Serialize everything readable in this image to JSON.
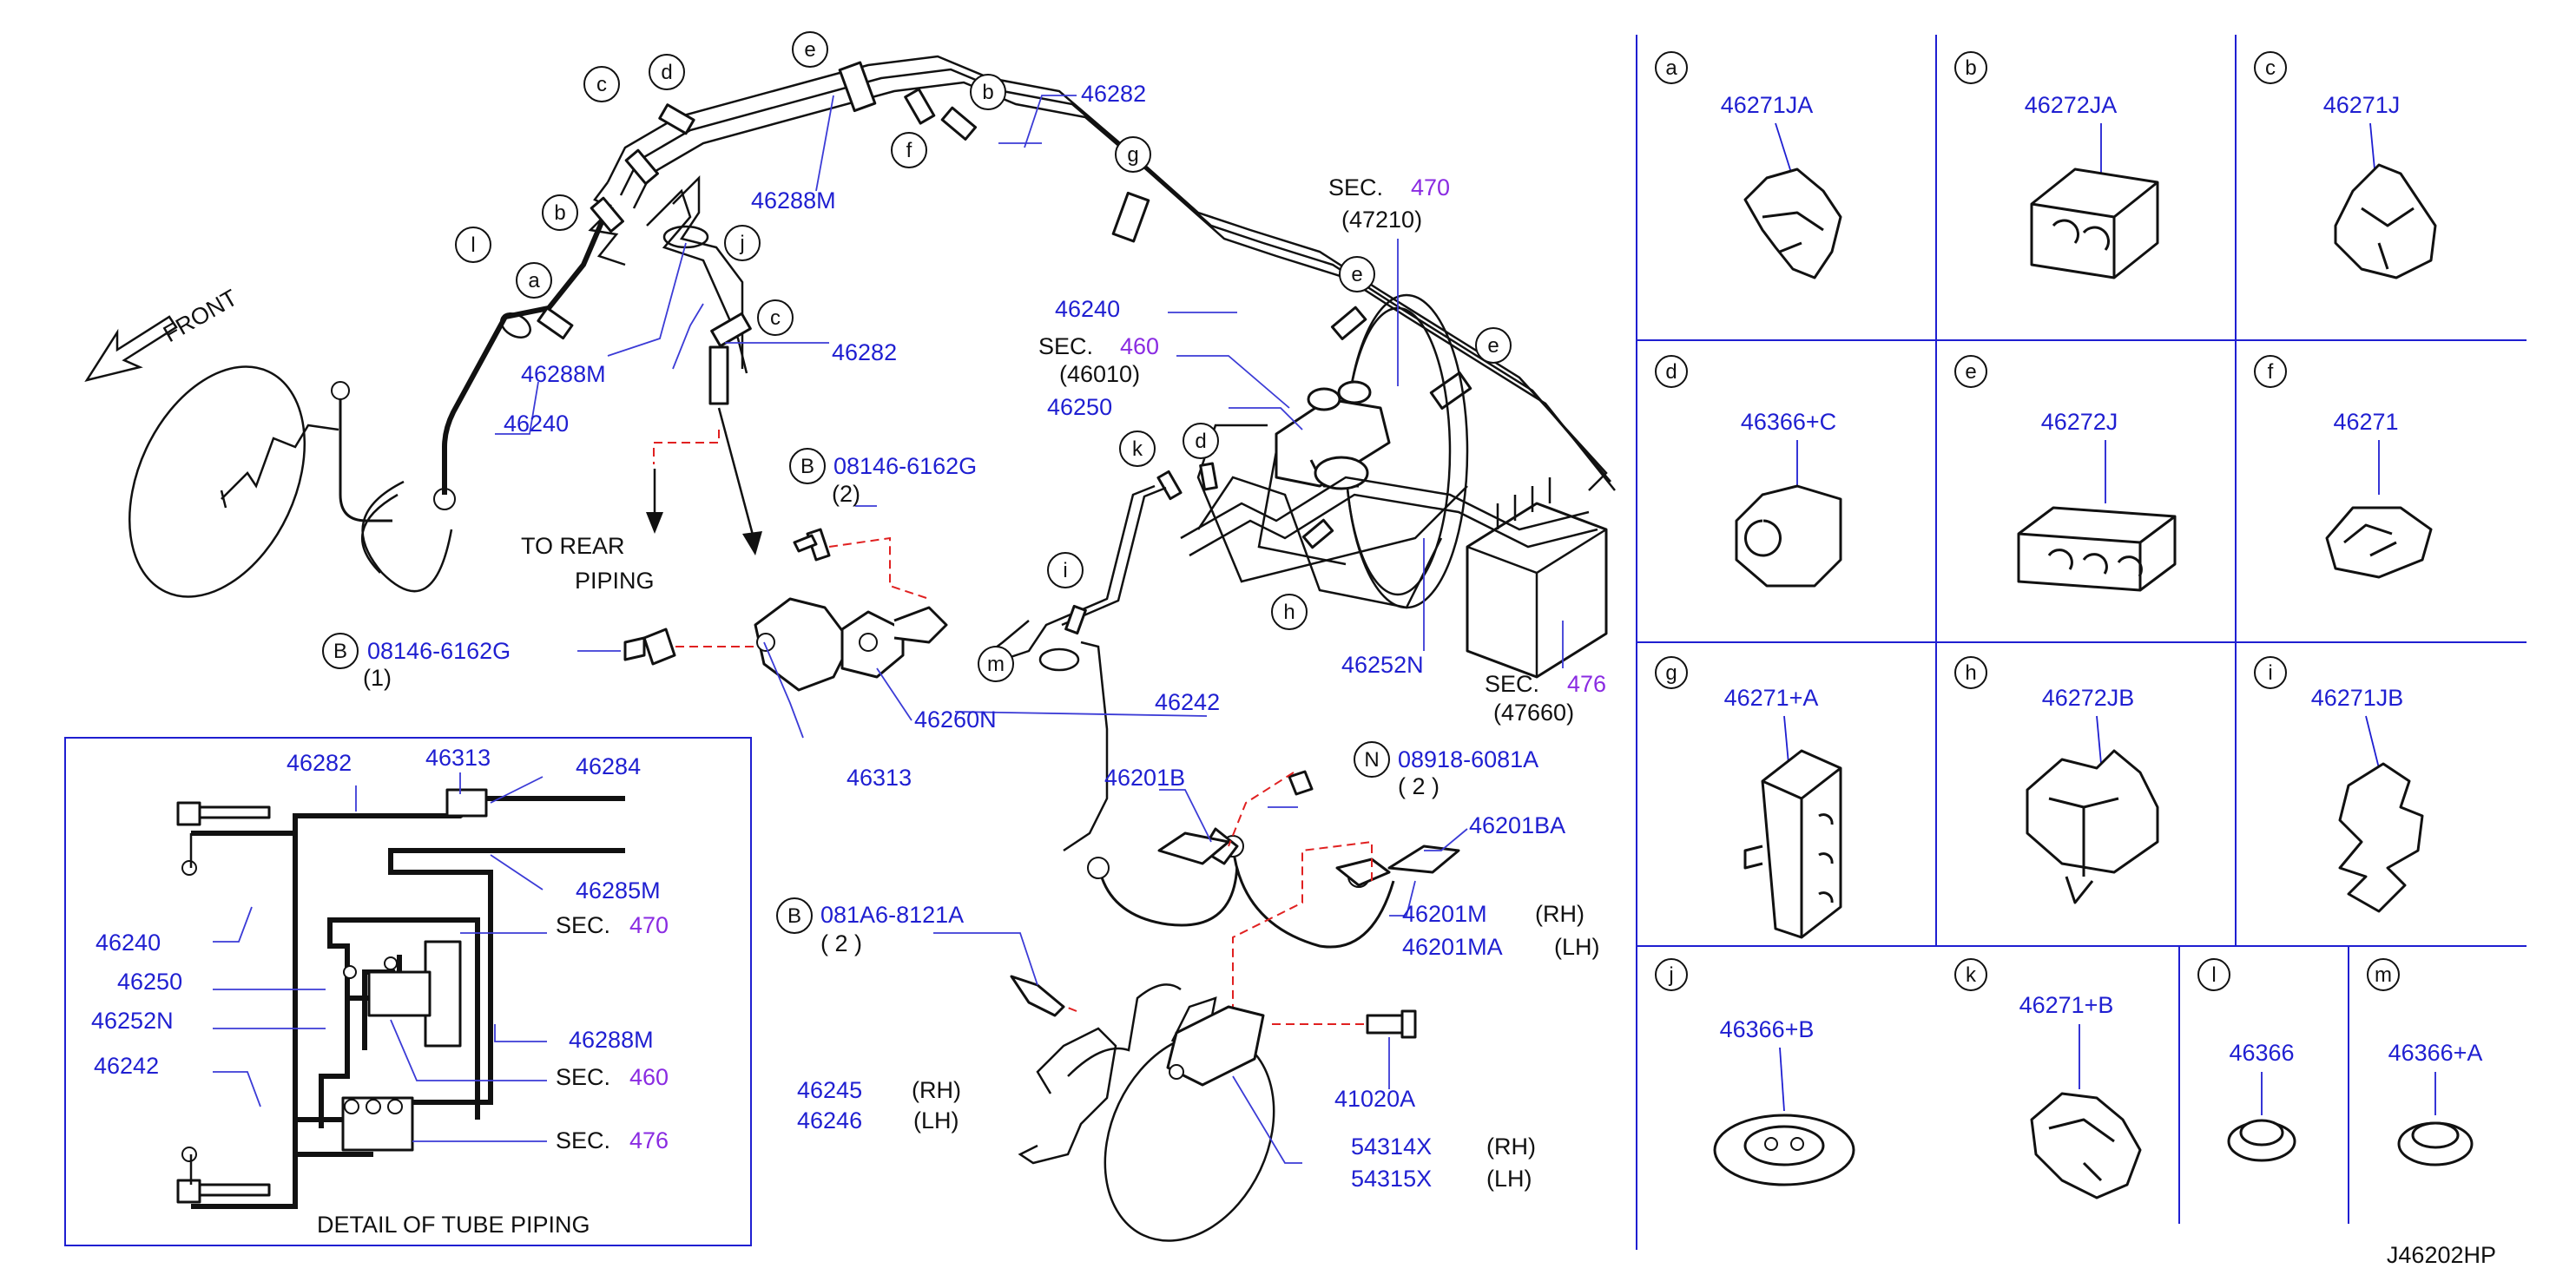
{
  "diagram": {
    "code": "J46202HP",
    "front_label": "FRONT",
    "rear_label_1": "TO   REAR",
    "rear_label_2": "PIPING",
    "detail_title": "DETAIL   OF   TUBE   PIPING",
    "sec": {
      "prefix": "SEC.",
      "n470": "470",
      "n460": "460",
      "n476": "476",
      "c47210": "(47210)",
      "c46010": "(46010)",
      "c47660": "(47660)"
    },
    "letters": {
      "a": "a",
      "b": "b",
      "c": "c",
      "d": "d",
      "e": "e",
      "f": "f",
      "g": "g",
      "h": "h",
      "i": "i",
      "j": "j",
      "k": "k",
      "l": "l",
      "m": "m",
      "B": "B",
      "N": "N"
    },
    "parts": {
      "p46282": "46282",
      "p46288M": "46288M",
      "p46240": "46240",
      "p46250": "46250",
      "p46252N": "46252N",
      "p46242": "46242",
      "p46260N": "46260N",
      "p46313": "46313",
      "p46284": "46284",
      "p46285M": "46285M",
      "p46201B": "46201B",
      "p46201BA": "46201BA",
      "p46201M": "46201M",
      "p46201MA": "46201MA",
      "p46245": "46245",
      "p46246": "46246",
      "p41020A": "41020A",
      "p54314X": "54314X",
      "p54315X": "54315X",
      "b08146": "08146-6162G",
      "b081A6": "081A6-8121A",
      "n08918": "08918-6081A"
    },
    "qty": {
      "q1": "(1)",
      "q2": "(2)",
      "q2s": "(   2   )"
    },
    "side": {
      "rh": "(RH)",
      "lh": "(LH)"
    },
    "cells": [
      {
        "letter": "a",
        "part": "46271JA"
      },
      {
        "letter": "b",
        "part": "46272JA"
      },
      {
        "letter": "c",
        "part": "46271J"
      },
      {
        "letter": "d",
        "part": "46366+C"
      },
      {
        "letter": "e",
        "part": "46272J"
      },
      {
        "letter": "f",
        "part": "46271"
      },
      {
        "letter": "g",
        "part": "46271+A"
      },
      {
        "letter": "h",
        "part": "46272JB"
      },
      {
        "letter": "i",
        "part": "46271JB"
      },
      {
        "letter": "j",
        "part": "46366+B"
      },
      {
        "letter": "k",
        "part": "46271+B"
      },
      {
        "letter": "l",
        "part": "46366"
      },
      {
        "letter": "m",
        "part": "46366+A"
      }
    ],
    "colors": {
      "part_number": "#1f1fd1",
      "section_number": "#8a2be2",
      "leader_red": "#e02020",
      "ink": "#111111"
    }
  }
}
